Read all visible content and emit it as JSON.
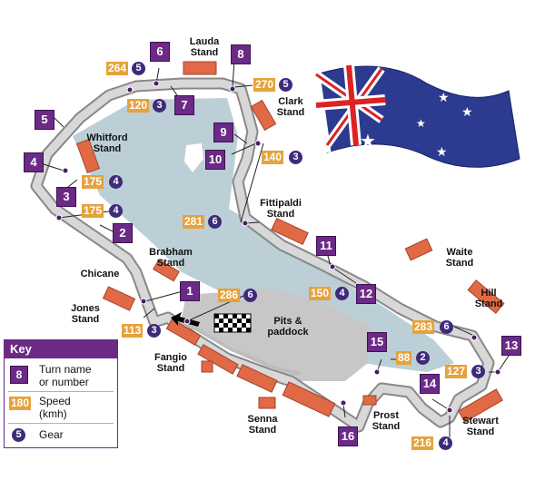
{
  "colors": {
    "turn_box": "#6b2a86",
    "speed_box": "#e6a23c",
    "gear_circle": "#3e2a7a",
    "track": "#aaaaaa",
    "lake": "#bccfd6",
    "stand": "#e06a45"
  },
  "stands": {
    "lauda": "Lauda Stand",
    "clark": "Clark Stand",
    "whitford": "Whitford Stand",
    "fittipaldi": "Fittipaldi Stand",
    "waite": "Waite Stand",
    "brabham": "Brabham Stand",
    "hill": "Hill Stand",
    "jones": "Jones Stand",
    "fangio": "Fangio Stand",
    "senna": "Senna Stand",
    "prost": "Prost Stand",
    "stewart": "Stewart Stand"
  },
  "labels": {
    "chicane": "Chicane",
    "pits": "Pits & paddock"
  },
  "turns": [
    "1",
    "2",
    "3",
    "4",
    "5",
    "6",
    "7",
    "8",
    "9",
    "10",
    "11",
    "12",
    "13",
    "14",
    "15",
    "16"
  ],
  "markers": [
    {
      "speed": "264",
      "gear": "5"
    },
    {
      "speed": "120",
      "gear": "3"
    },
    {
      "speed": "270",
      "gear": "5"
    },
    {
      "speed": "140",
      "gear": "3"
    },
    {
      "speed": "175",
      "gear": "4"
    },
    {
      "speed": "175",
      "gear": "4"
    },
    {
      "speed": "281",
      "gear": "6"
    },
    {
      "speed": "286",
      "gear": "6"
    },
    {
      "speed": "113",
      "gear": "3"
    },
    {
      "speed": "150",
      "gear": "4"
    },
    {
      "speed": "283",
      "gear": "6"
    },
    {
      "speed": "88",
      "gear": "2"
    },
    {
      "speed": "127",
      "gear": "3"
    },
    {
      "speed": "216",
      "gear": "4"
    }
  ],
  "key": {
    "title": "Key",
    "turn_sample": "8",
    "turn_desc_1": "Turn name",
    "turn_desc_2": "or number",
    "speed_sample": "180",
    "speed_desc_1": "Speed",
    "speed_desc_2": "(kmh)",
    "gear_sample": "5",
    "gear_desc": "Gear"
  }
}
